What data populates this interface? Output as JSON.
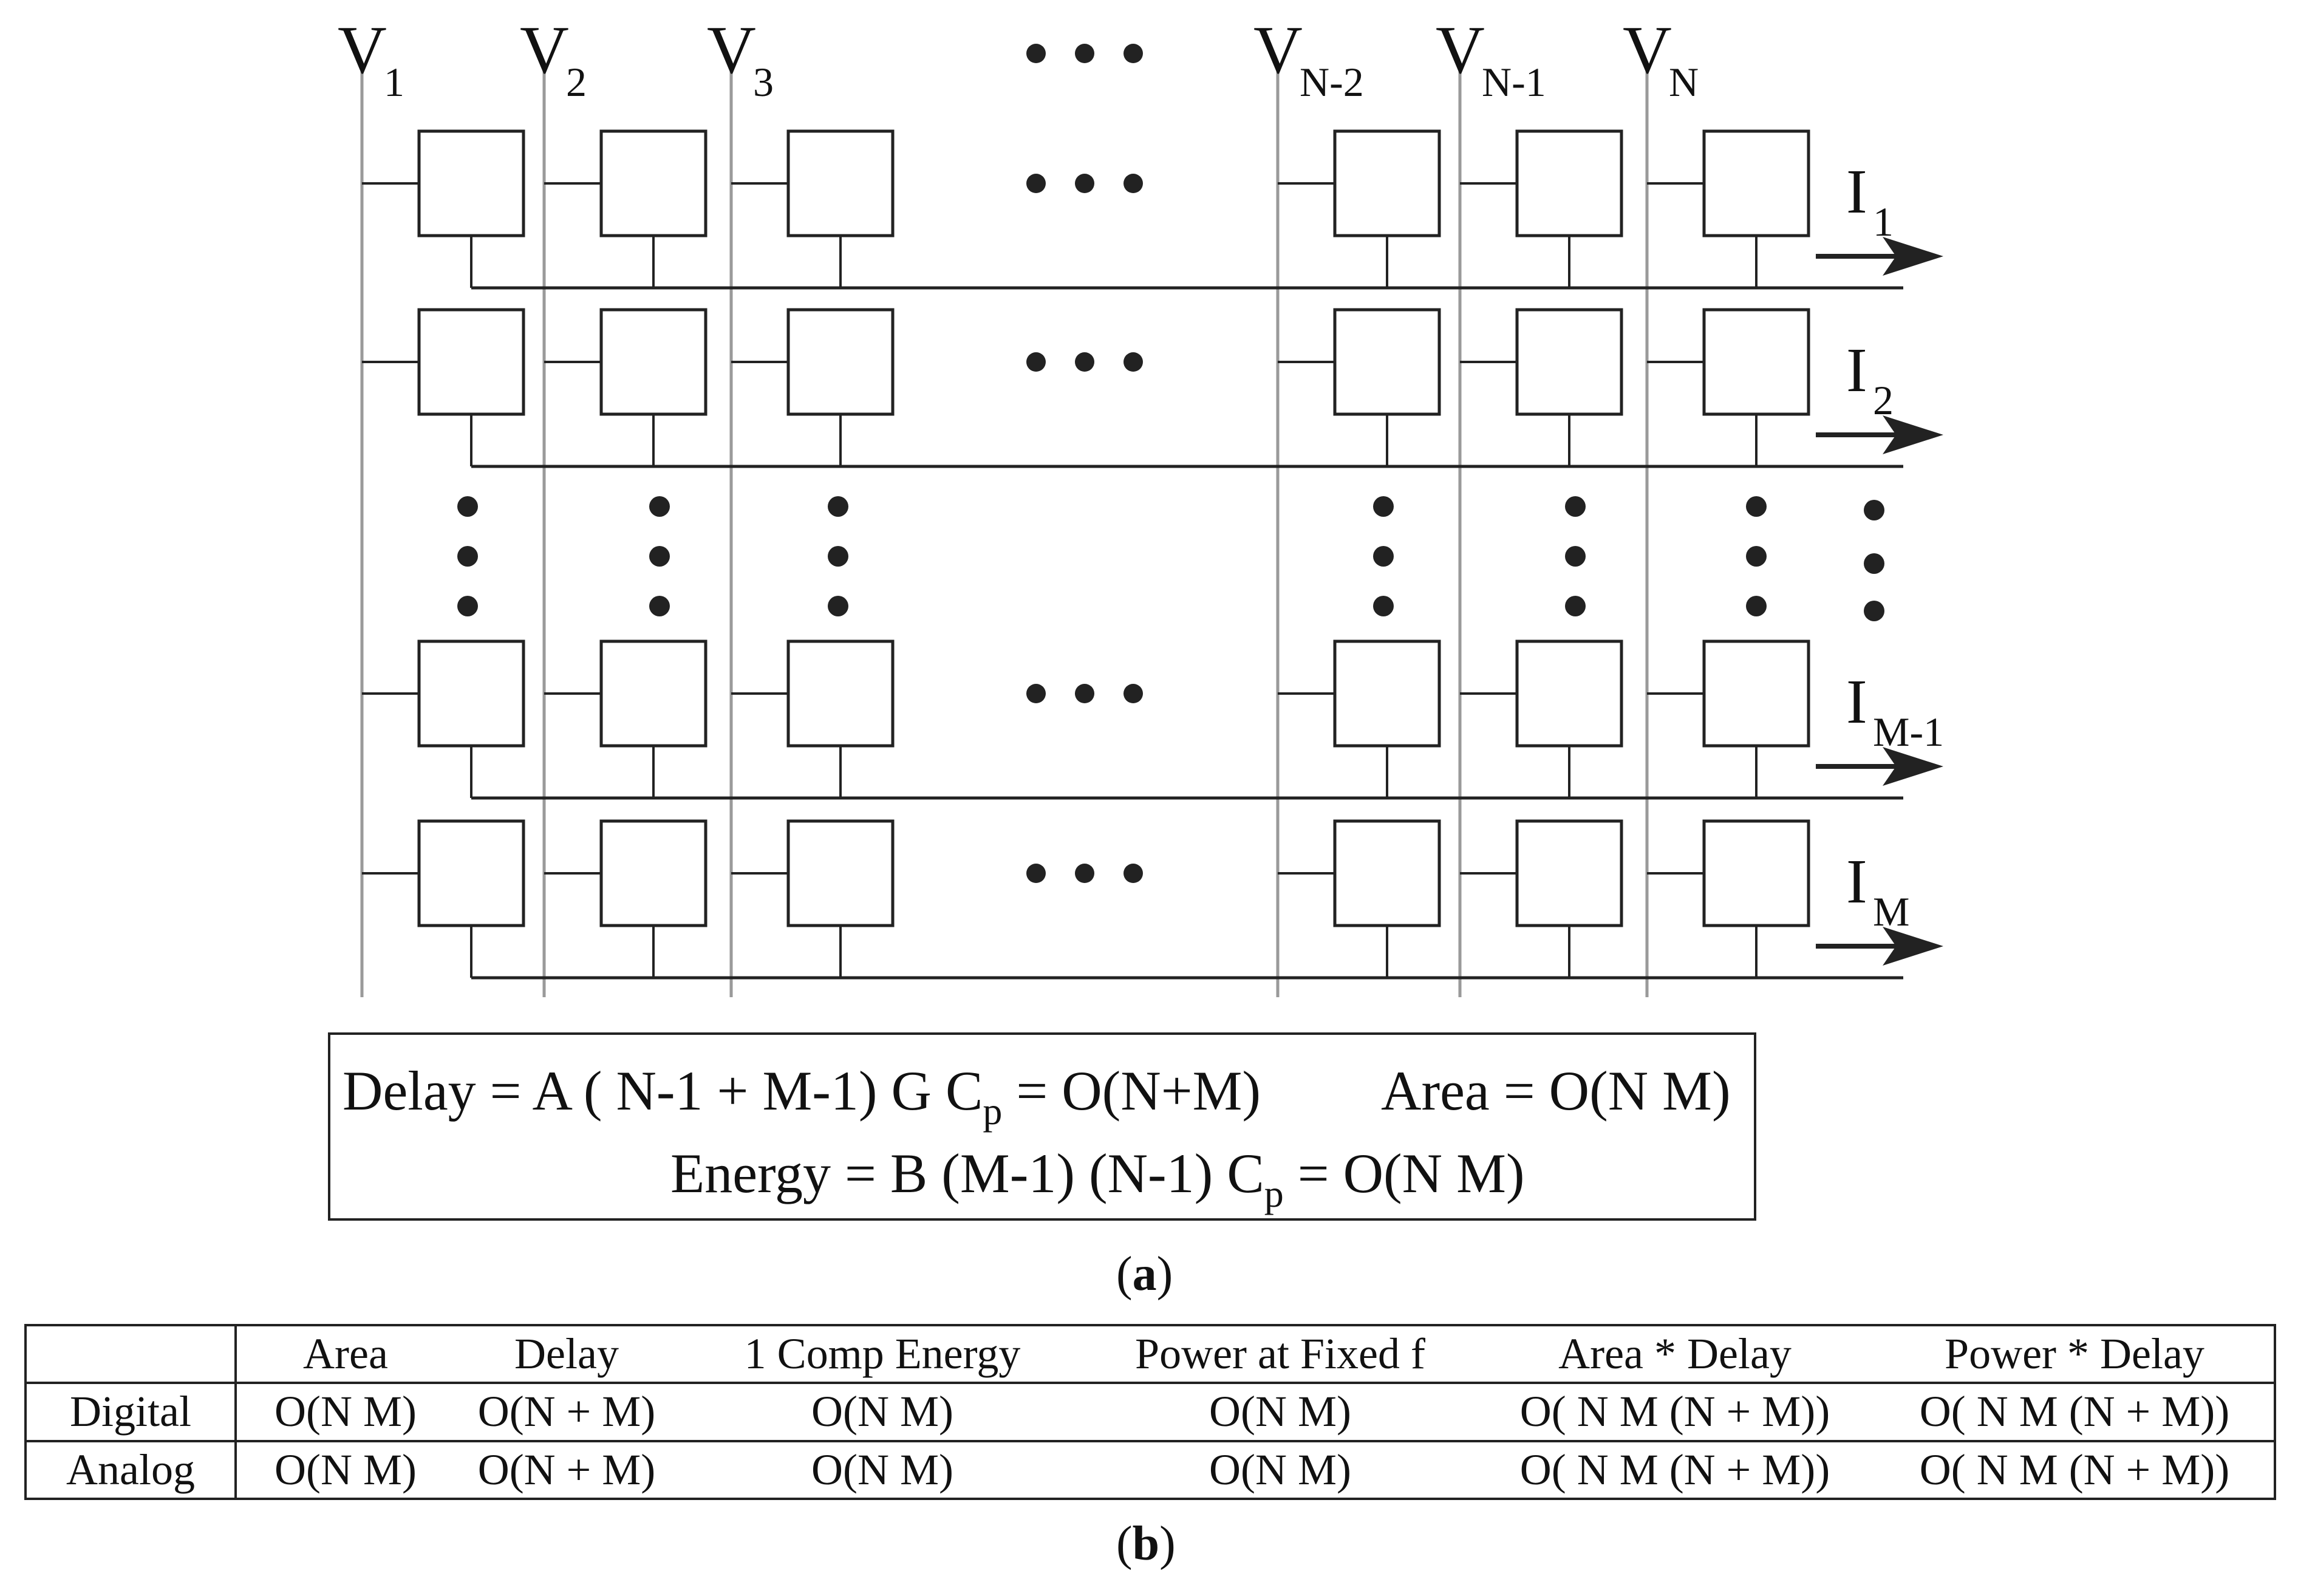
{
  "diagram": {
    "columns": [
      {
        "letter": "V",
        "sub": "1"
      },
      {
        "letter": "V",
        "sub": "2"
      },
      {
        "letter": "V",
        "sub": "3"
      },
      {
        "letter": "V",
        "sub": "N-2"
      },
      {
        "letter": "V",
        "sub": "N-1"
      },
      {
        "letter": "V",
        "sub": "N"
      }
    ],
    "rows": [
      {
        "letter": "I",
        "sub": "1"
      },
      {
        "letter": "I",
        "sub": "2"
      },
      {
        "letter": "I",
        "sub": "M-1"
      },
      {
        "letter": "I",
        "sub": "M"
      }
    ]
  },
  "formula": {
    "delay_prefix": "Delay = A ( N-1 + M-1) G C",
    "delay_sub": "p",
    "delay_suffix": " = O(N+M)",
    "area": "Area = O(N M)",
    "energy_prefix": "Energy = B  (M-1)  (N-1)  C",
    "energy_sub": "p",
    "energy_suffix": " =  O(N M)"
  },
  "caption_a": {
    "open": "(",
    "letter": "a",
    "close": ")"
  },
  "table": {
    "headers": [
      "",
      "Area",
      "Delay",
      "1 Comp Energy",
      "Power at Fixed f",
      "Area * Delay",
      "Power * Delay"
    ],
    "rows": [
      [
        "Digital",
        "O(N M)",
        "O(N + M)",
        "O(N M)",
        "O(N M)",
        "O( N M (N + M))",
        "O( N M (N + M))"
      ],
      [
        "Analog",
        "O(N M)",
        "O(N + M)",
        "O(N M)",
        "O(N M)",
        "O( N M (N + M))",
        "O( N M (N + M))"
      ]
    ]
  },
  "caption_b": {
    "open": "(",
    "letter": "b",
    "close": ")"
  }
}
